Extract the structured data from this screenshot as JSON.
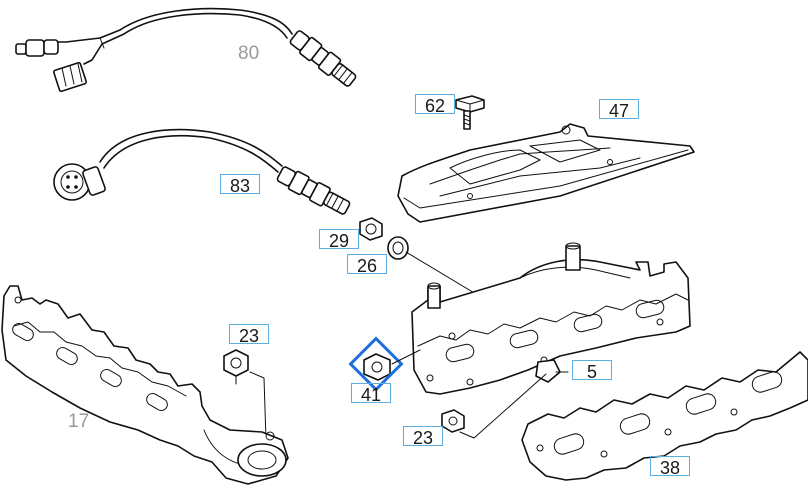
{
  "diagram": {
    "callouts": [
      {
        "id": "80",
        "text": "80",
        "boxed": false
      },
      {
        "id": "62",
        "text": "62",
        "boxed": true
      },
      {
        "id": "47",
        "text": "47",
        "boxed": true
      },
      {
        "id": "83",
        "text": "83",
        "boxed": true
      },
      {
        "id": "29",
        "text": "29",
        "boxed": true
      },
      {
        "id": "26",
        "text": "26",
        "boxed": true
      },
      {
        "id": "23a",
        "text": "23",
        "boxed": true
      },
      {
        "id": "5",
        "text": "5",
        "boxed": true
      },
      {
        "id": "41",
        "text": "41",
        "boxed": true
      },
      {
        "id": "17",
        "text": "17",
        "boxed": false
      },
      {
        "id": "23b",
        "text": "23",
        "boxed": true
      },
      {
        "id": "38",
        "text": "38",
        "boxed": true
      }
    ],
    "highlight": {
      "part": "41",
      "color": "#1e6fd9"
    },
    "colors": {
      "callout_border": "#5aaee0",
      "line": "#111111",
      "muted_label": "#9a9a9a"
    }
  }
}
